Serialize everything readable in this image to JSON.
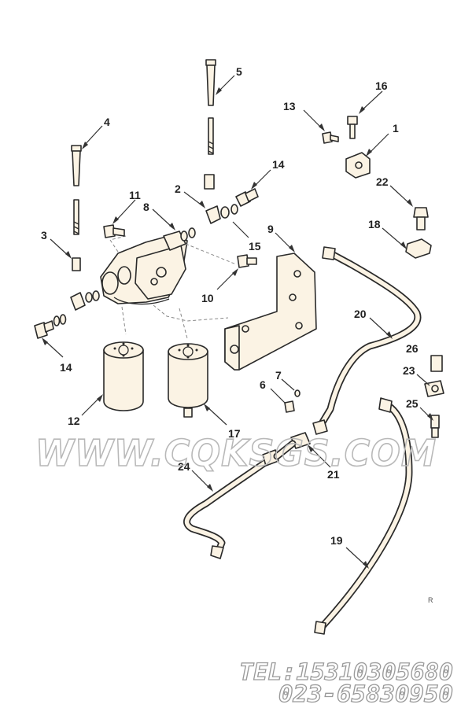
{
  "diagram": {
    "part_labels": [
      "1",
      "2",
      "3",
      "4",
      "5",
      "6",
      "7",
      "8",
      "9",
      "10",
      "11",
      "12",
      "13",
      "14",
      "14",
      "15",
      "16",
      "17",
      "18",
      "19",
      "20",
      "21",
      "22",
      "23",
      "24",
      "25",
      "26"
    ]
  },
  "watermark": {
    "site": "WWW.CQKSGS.COM",
    "tel": "TEL:15310305680",
    "phone": "023-65830950"
  },
  "figure_code": "R"
}
